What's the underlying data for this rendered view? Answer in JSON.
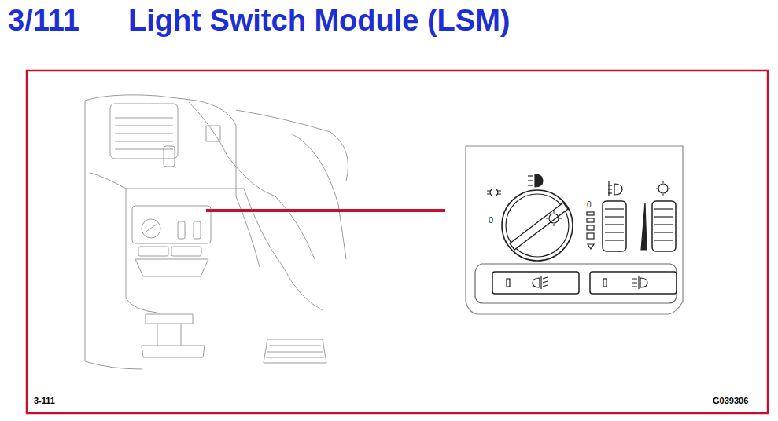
{
  "diagram": {
    "title": "Light Switch Module (LSM)",
    "labels": [
      "3/111",
      "3-111",
      "G039306",
      "0",
      "0"
    ]
  }
}
